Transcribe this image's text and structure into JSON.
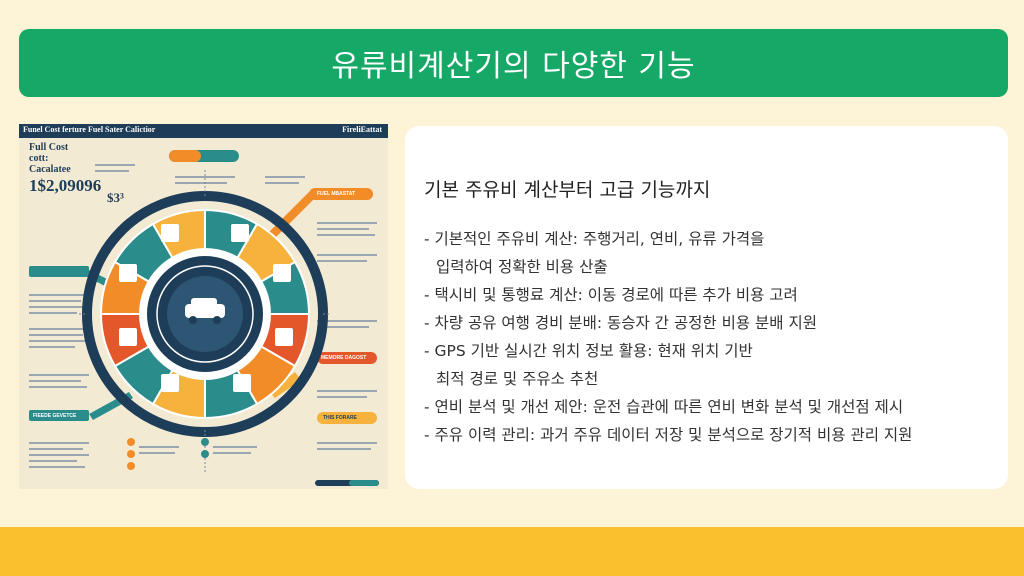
{
  "slide": {
    "title": "유류비계산기의 다양한 기능",
    "colors": {
      "title_bar": "#16a866",
      "background": "#fdf3d6",
      "bottom_band": "#fbc02d"
    }
  },
  "infographic": {
    "header_left": "Funel Cost ferture Fuel Sater Calictior",
    "header_right": "FireliEattat",
    "subtitle": "Full Cost cott: Cacalatee",
    "price": "1$2,09096",
    "dollar": "$3³",
    "ribbon_labels": [
      "FUEL MBASTAT",
      "MEMORE DAGOST",
      "FIEEDE GEVETCE",
      "THIS FORARE"
    ]
  },
  "card": {
    "heading": "기본 주유비 계산부터 고급 기능까지",
    "items": [
      {
        "line1": "- 기본적인 주유비 계산: 주행거리, 연비, 유류 가격을",
        "line2": "입력하여 정확한 비용 산출"
      },
      {
        "line1": "- 택시비 및 통행료 계산: 이동 경로에 따른 추가 비용 고려",
        "line2": ""
      },
      {
        "line1": "- 차량 공유 여행 경비 분배: 동승자 간 공정한 비용 분배 지원",
        "line2": ""
      },
      {
        "line1": "- GPS 기반 실시간 위치 정보 활용: 현재 위치 기반",
        "line2": "최적 경로 및 주유소 추천"
      },
      {
        "line1": "- 연비 분석 및 개선 제안: 운전 습관에 따른 연비 변화 분석 및 개선점 제시",
        "line2": ""
      },
      {
        "line1": "- 주유 이력 관리: 과거 주유 데이터 저장 및 분석으로 장기적 비용 관리 지원",
        "line2": ""
      }
    ]
  }
}
